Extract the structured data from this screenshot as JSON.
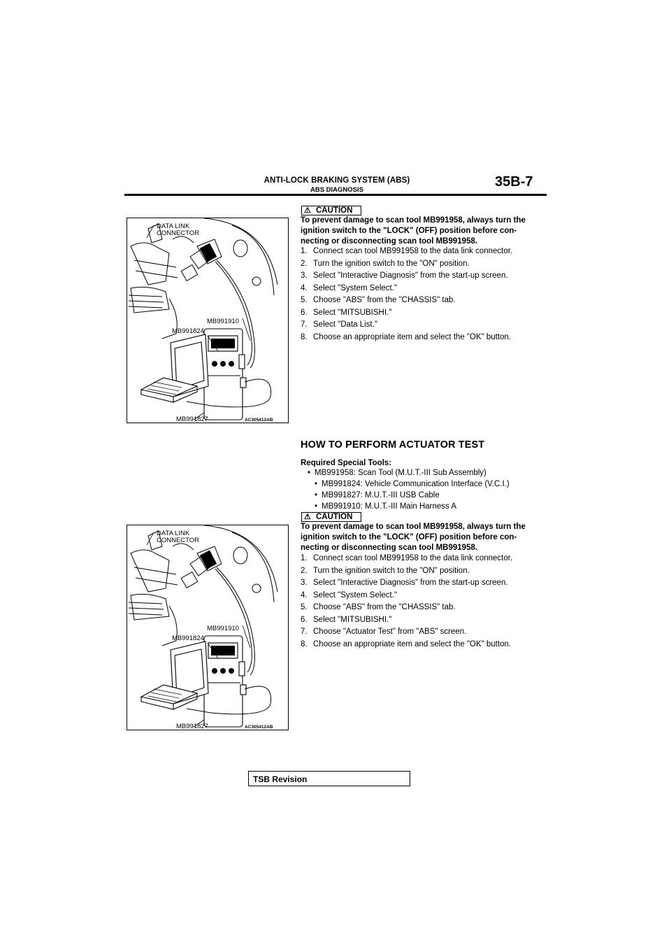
{
  "header": {
    "title": "ANTI-LOCK BRAKING SYSTEM (ABS)",
    "subtitle": "ABS DIAGNOSIS",
    "page": "35B-7"
  },
  "figure1": {
    "labels": [
      "DATA LINK",
      "CONNECTOR",
      "MB991910",
      "MB991824",
      "MB991827"
    ],
    "code": "AC305412AB"
  },
  "section1": {
    "caution_label": "CAUTION",
    "caution_text": "To prevent damage to scan tool MB991958, always turn the ignition switch to the \"LOCK\" (OFF) position before con- necting or disconnecting scan tool MB991958.",
    "steps": [
      {
        "num": "1.",
        "text": "Connect scan tool MB991958 to the data link connector."
      },
      {
        "num": "2.",
        "text": "Turn the ignition switch to the \"ON\" position."
      },
      {
        "num": "3.",
        "text": "Select \"Interactive Diagnosis\" from the start-up screen."
      },
      {
        "num": "4.",
        "text": "Select \"System Select.\""
      },
      {
        "num": "5.",
        "text": "Choose \"ABS\" from the \"CHASSIS\" tab."
      },
      {
        "num": "6.",
        "text": "Select \"MITSUBISHI.\""
      },
      {
        "num": "7.",
        "text": "Select \"Data List.\""
      },
      {
        "num": "8.",
        "text": "Choose an appropriate item and select the \"OK\" button."
      }
    ]
  },
  "section2": {
    "heading": "HOW TO PERFORM ACTUATOR TEST",
    "required_label": "Required Special Tools:",
    "tools": [
      "MB991958: Scan Tool (M.U.T.-III Sub Assembly)",
      "MB991824: Vehicle Communication Interface (V.C.I.)",
      "MB991827: M.U.T.-III USB Cable",
      "MB991910: M.U.T.-III Main Harness A"
    ],
    "caution_label": "CAUTION",
    "caution_text": "To prevent damage to scan tool MB991958, always turn the ignition switch to the \"LOCK\" (OFF) position before con- necting or disconnecting scan tool MB991958.",
    "steps": [
      {
        "num": "1.",
        "text": "Connect scan tool MB991958 to the data link connector."
      },
      {
        "num": "2.",
        "text": "Turn the ignition switch to the \"ON\" position."
      },
      {
        "num": "3.",
        "text": "Select \"Interactive Diagnosis\" from the start-up screen."
      },
      {
        "num": "4.",
        "text": "Select \"System Select.\""
      },
      {
        "num": "5.",
        "text": "Choose \"ABS\" from the \"CHASSIS\" tab."
      },
      {
        "num": "6.",
        "text": "Select \"MITSUBISHI.\""
      },
      {
        "num": "7.",
        "text": "Choose \"Actuator Test\" from \"ABS\" screen."
      },
      {
        "num": "8.",
        "text": "Choose an appropriate item and select the \"OK\" button."
      }
    ]
  },
  "figure2": {
    "labels": [
      "DATA LINK",
      "CONNECTOR",
      "MB991910",
      "MB991824",
      "MB991827"
    ],
    "code": "AC305412AB"
  },
  "footer": {
    "tsb_label": "TSB Revision"
  }
}
